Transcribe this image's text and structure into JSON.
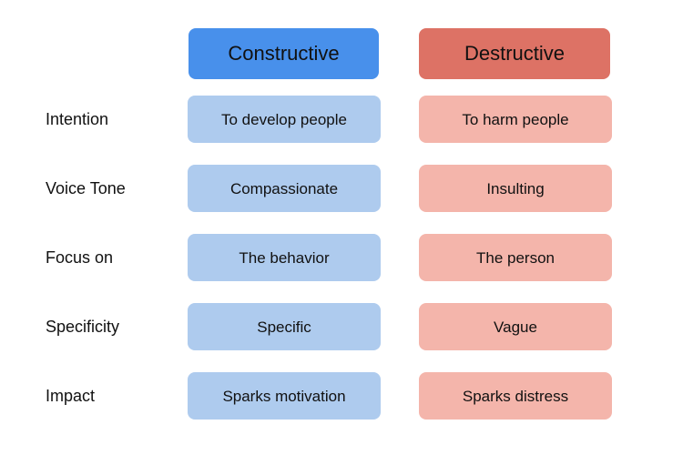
{
  "colors": {
    "constructive_header": "#4890EB",
    "destructive_header": "#DD7265",
    "constructive_cell": "#AECBEE",
    "destructive_cell": "#F4B5AB",
    "text": "#111111",
    "background": "#FFFFFF"
  },
  "table": {
    "headers": [
      {
        "label": "Constructive"
      },
      {
        "label": "Destructive"
      }
    ],
    "rows": [
      {
        "label": "Intention",
        "constructive": "To develop people",
        "destructive": "To harm people"
      },
      {
        "label": "Voice Tone",
        "constructive": "Compassionate",
        "destructive": "Insulting"
      },
      {
        "label": "Focus on",
        "constructive": "The behavior",
        "destructive": "The person"
      },
      {
        "label": "Specificity",
        "constructive": "Specific",
        "destructive": "Vague"
      },
      {
        "label": "Impact",
        "constructive": "Sparks motivation",
        "destructive": "Sparks distress"
      }
    ]
  }
}
